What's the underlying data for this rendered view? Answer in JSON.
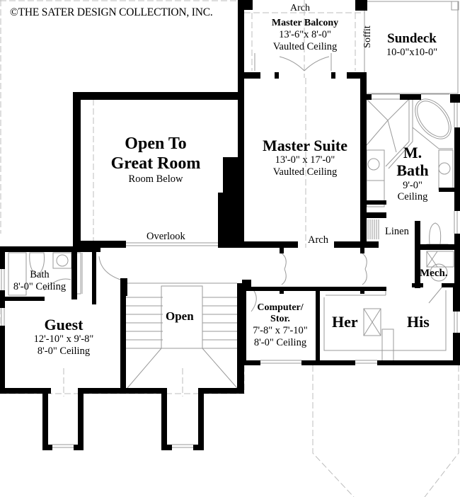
{
  "copyright": "©THE SATER DESIGN COLLECTION, INC.",
  "colors": {
    "wall": "#000000",
    "fixture_line": "#9a9a9a",
    "dashed_line": "#b5b5b5",
    "background": "#ffffff"
  },
  "rooms": {
    "master_balcony": {
      "name": "Master Balcony",
      "dims": "13'-6\"x 8'-0\"",
      "ceiling": "Vaulted Ceiling",
      "arch_label": "Arch"
    },
    "soffit": {
      "label": "Soffit"
    },
    "sundeck": {
      "name": "Sundeck",
      "dims": "10-0\"x10-0\""
    },
    "open_to_great_room": {
      "name_line1": "Open To",
      "name_line2": "Great Room",
      "note": "Room Below",
      "overlook_label": "Overlook"
    },
    "master_suite": {
      "name": "Master Suite",
      "dims": "13'-0\" x 17'-0\"",
      "ceiling": "Vaulted Ceiling",
      "arch_label": "Arch"
    },
    "master_bath": {
      "name_line1": "M.",
      "name_line2": "Bath",
      "ceiling_line1": "9'-0\"",
      "ceiling_line2": "Ceiling"
    },
    "linen": {
      "label": "Linen"
    },
    "mech": {
      "label": "Mech."
    },
    "bath": {
      "name": "Bath",
      "ceiling": "8'-0\" Ceiling"
    },
    "guest": {
      "name": "Guest",
      "dims": "12'-10\" x 9'-8\"",
      "ceiling": "8'-0\" Ceiling"
    },
    "open_stair": {
      "name": "Open"
    },
    "computer_stor": {
      "name_line1": "Computer/",
      "name_line2": "Stor.",
      "dims": "7'-8\" x 7'-10\"",
      "ceiling": "8'-0\" Ceiling"
    },
    "her_closet": {
      "name": "Her"
    },
    "his_closet": {
      "name": "His"
    }
  }
}
